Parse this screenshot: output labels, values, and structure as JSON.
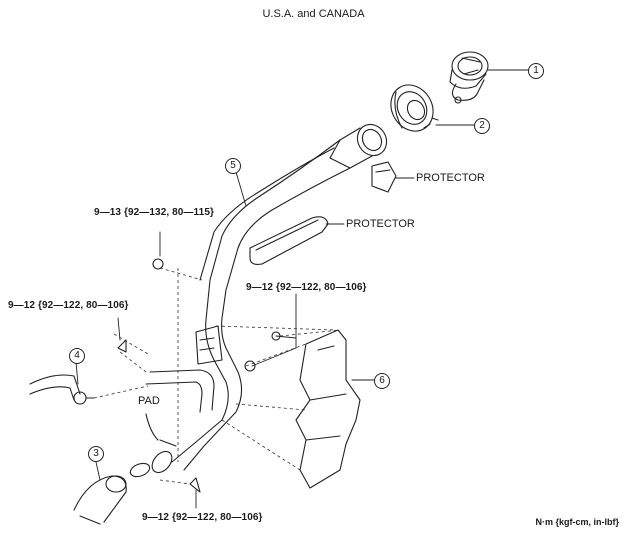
{
  "title": "U.S.A. and CANADA",
  "callouts": [
    "1",
    "2",
    "3",
    "4",
    "5",
    "6"
  ],
  "labels": {
    "protector_upper": "PROTECTOR",
    "protector_mid": "PROTECTOR",
    "pad": "PAD"
  },
  "torque": {
    "t1": "9—13 {92—132, 80—115}",
    "t2": "9—12 {92—122, 80—106}",
    "t3": "9—12 {92—122, 80—106}",
    "t4": "9—12 {92—122, 80—106}"
  },
  "units": "N·m {kgf-cm, in-lbf}"
}
